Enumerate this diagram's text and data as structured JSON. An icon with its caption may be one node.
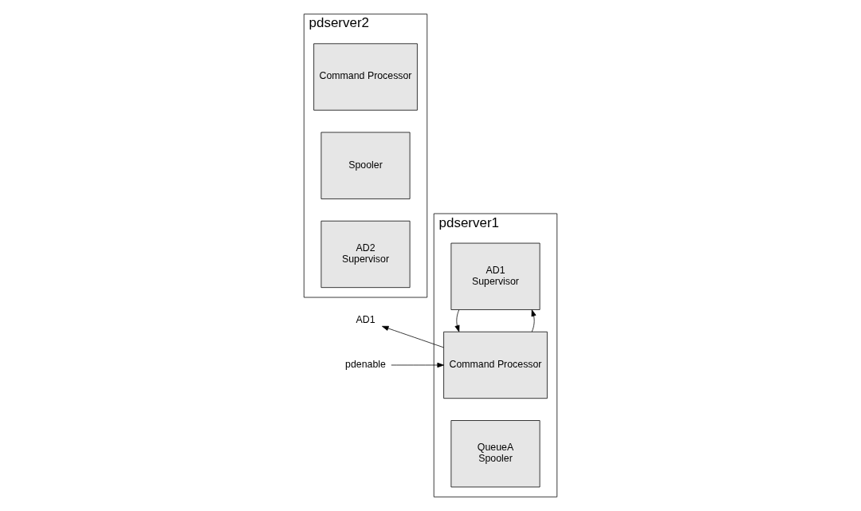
{
  "diagram": {
    "nodes": [
      {
        "text": [
          "pdserver1"
        ]
      },
      {
        "text": [
          "Command Processor"
        ],
        "in": 0
      },
      {
        "text": [
          "QueueA",
          "Spooler"
        ],
        "in": 0
      },
      {
        "text": [
          "AD1",
          "Supervisor"
        ],
        "in": 0
      },
      {
        "text": [
          "pdserver2"
        ]
      },
      {
        "text": [
          "Command Processor"
        ],
        "in": 4
      },
      {
        "text": [
          "Spooler"
        ],
        "in": 4
      },
      {
        "text": [
          "AD2",
          "Supervisor"
        ],
        "in": 4
      },
      {
        "text": [
          "pdenable"
        ]
      },
      {
        "text": [
          "AD1"
        ]
      }
    ],
    "edges": [
      {
        "from": 8,
        "to": 1,
        "arrow": "to"
      },
      {
        "from": 1,
        "to": 9,
        "arrow": "to"
      },
      {
        "from": 1,
        "to": 3,
        "arrow": "to"
      },
      {
        "from": 3,
        "to": 1,
        "arrow": "to"
      }
    ]
  }
}
